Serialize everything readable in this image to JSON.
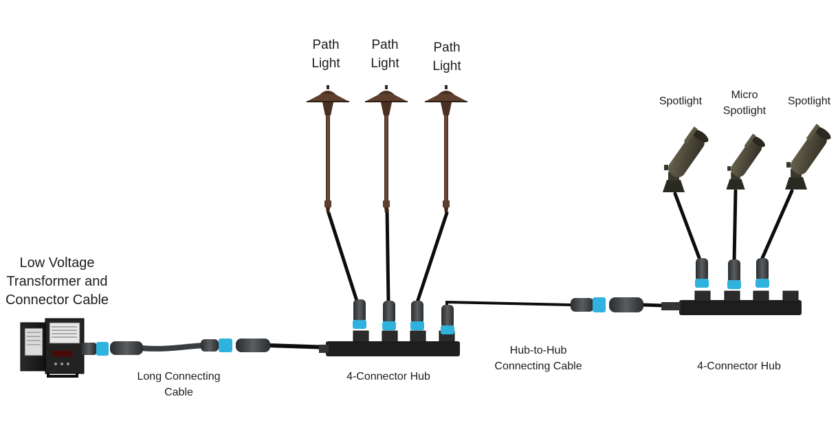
{
  "labels": {
    "transformer": [
      "Low Voltage",
      "Transformer and",
      "Connector Cable"
    ],
    "long_cable": [
      "Long Connecting",
      "Cable"
    ],
    "hub_left": "4-Connector Hub",
    "hub_to_hub": [
      "Hub-to-Hub",
      "Connecting Cable"
    ],
    "hub_right": "4-Connector Hub",
    "path_lights": [
      [
        "Path",
        "Light"
      ],
      [
        "Path",
        "Light"
      ],
      [
        "Path",
        "Light"
      ]
    ],
    "spotlights": [
      [
        "Spotlight"
      ],
      [
        "Micro",
        "Spotlight"
      ],
      [
        "Spotlight"
      ]
    ]
  },
  "colors": {
    "cable": "#0d0d0d",
    "connector_body": "#3c3f41",
    "connector_ring": "#2fb2dd",
    "hub_body": "#1e1e1e",
    "path_light": "#5e3f2e",
    "spotlight": "#4a4737",
    "transformer_box": "#1c1c1c"
  },
  "icons": {
    "transformer": "transformer-box-icon",
    "path_light": "path-light-fixture-icon",
    "spotlight": "spotlight-fixture-icon",
    "connector": "cable-connector-icon",
    "hub": "four-connector-hub-icon"
  }
}
